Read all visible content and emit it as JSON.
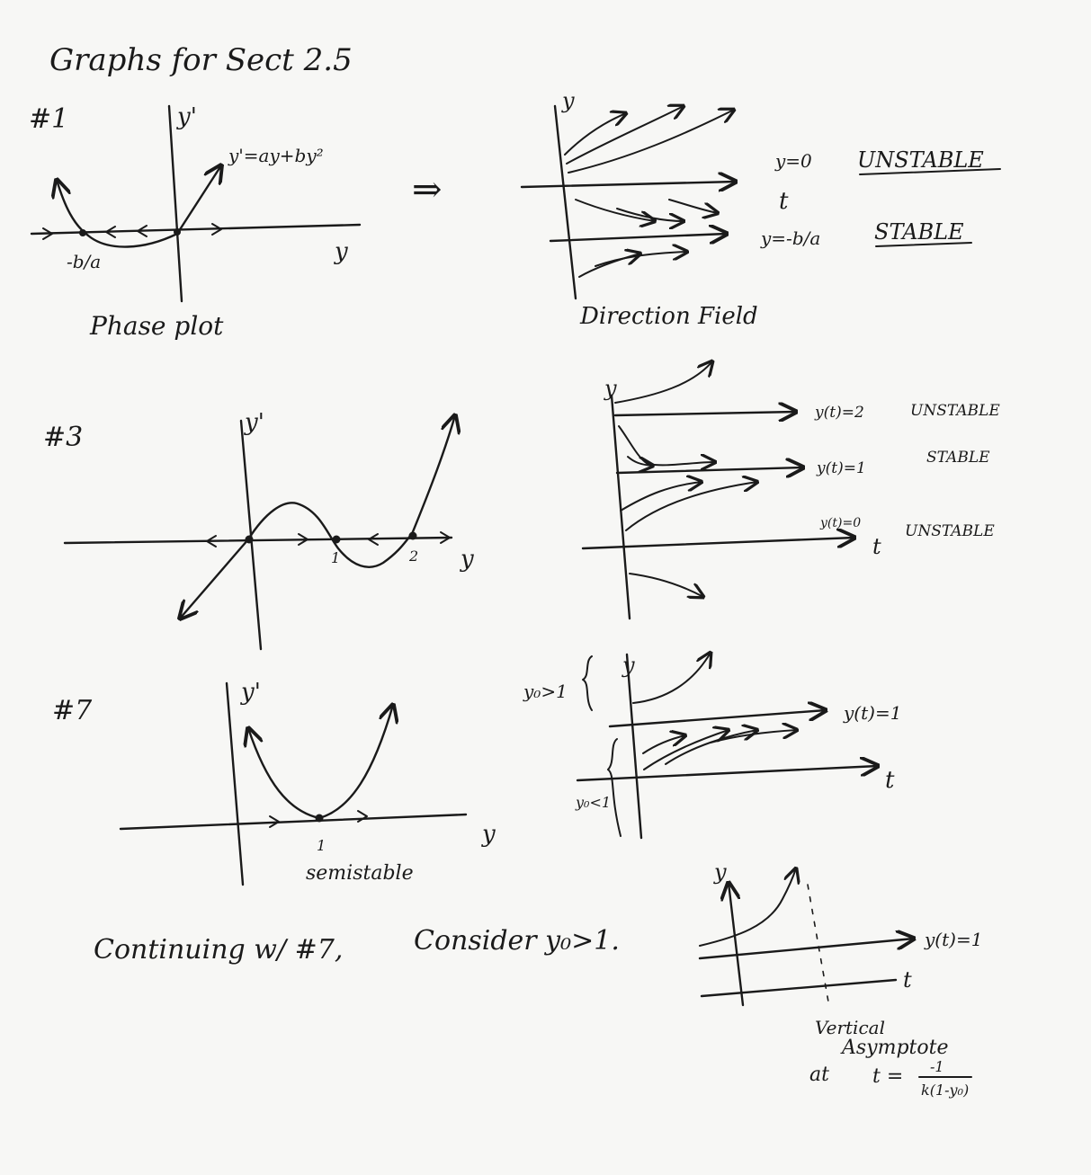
{
  "title": "Graphs for Sect 2.5",
  "problem1": {
    "number": "#1",
    "phase": {
      "yprime_label": "y'",
      "equation": "y'=ay+by²",
      "y_label": "y",
      "root_label": "-b/a",
      "caption": "Phase plot"
    },
    "implies": "⇒",
    "direction": {
      "y_label": "y",
      "t_label": "t",
      "upper_eq": "y=0",
      "upper_status": "UNSTABLE",
      "lower_eq": "y=-b/a",
      "lower_status": "STABLE",
      "caption": "Direction Field"
    }
  },
  "problem3": {
    "number": "#3",
    "phase": {
      "yprime_label": "y'",
      "y_label": "y",
      "tick1": "1",
      "tick2": "2"
    },
    "direction": {
      "y_label": "y",
      "t_label": "t",
      "eq2": "y(t)=2",
      "status2": "UNSTABLE",
      "eq1": "y(t)=1",
      "status1": "STABLE",
      "eq0": "y(t)=0",
      "status0": "UNSTABLE"
    }
  },
  "problem7": {
    "number": "#7",
    "phase": {
      "yprime_label": "y'",
      "y_label": "y",
      "tick1": "1",
      "caption": "semistable"
    },
    "direction": {
      "y_label": "y",
      "t_label": "t",
      "eq1": "y(t)=1",
      "above_label": "y₀>1",
      "below_label": "y₀<1"
    }
  },
  "continuation": {
    "text_left": "Continuing w/ #7,",
    "text_right": "Consider y₀>1.",
    "graph": {
      "y_label": "y",
      "t_label": "t",
      "eq1": "y(t)=1",
      "asymptote_line1": "Vertical",
      "asymptote_line2": "Asymptote",
      "at_label": "at",
      "t_eq": "t =",
      "numerator": "-1",
      "denominator": "k(1-y₀)"
    }
  }
}
